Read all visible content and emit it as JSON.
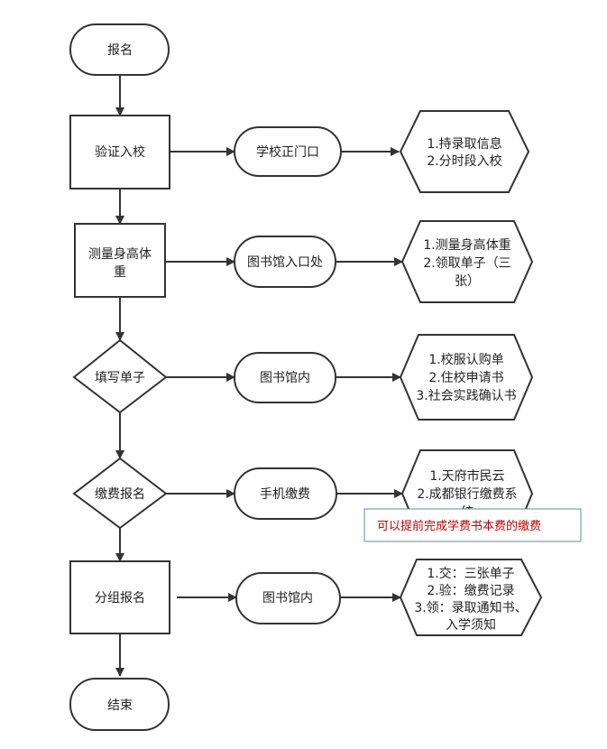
{
  "nodes": {
    "signup": "报名",
    "verify": "验证入校",
    "measure": [
      "测量身高体",
      "重"
    ],
    "fill_forms": "填写单子",
    "pay": "缴费报名",
    "group": "分组报名",
    "end": "结束",
    "gate": "学校正门口",
    "library_entrance": "图书馆入口处",
    "library_inside_1": "图书馆内",
    "mobile_pay": "手机缴费",
    "library_inside_2": "图书馆内"
  },
  "details": {
    "verify": [
      "1.持录取信息",
      "2.分时段入校"
    ],
    "measure": [
      "1.测量身高体重",
      "2.领取单子（三",
      "张）"
    ],
    "fill_forms": [
      "1.校服认购单",
      "2.住校申请书",
      "3.社会实践确认书"
    ],
    "pay": [
      "1.天府市民云",
      "2.成都银行缴费系",
      "统"
    ],
    "group": [
      "1.交：三张单子",
      "2.验：缴费记录",
      "3.领：录取通知书、",
      "入学须知"
    ]
  },
  "note": "可以提前完成学费书本费的缴费",
  "colors": {
    "stroke": "#333333",
    "note_text": "#c00000",
    "note_border": "#5f8f9a"
  }
}
